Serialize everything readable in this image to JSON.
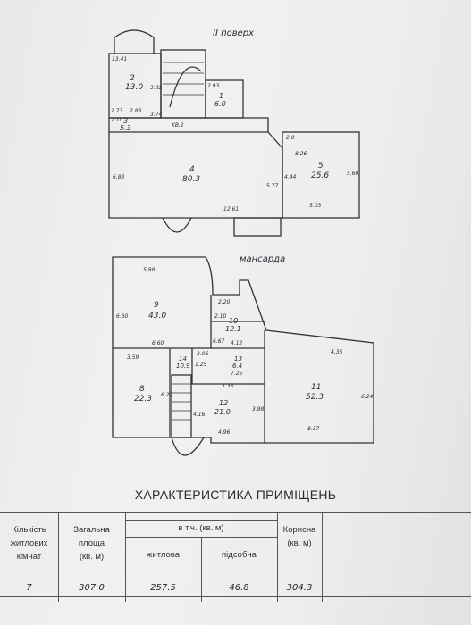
{
  "floor2": {
    "label": "II поверх",
    "rooms": [
      {
        "num": "2",
        "area": "13.0"
      },
      {
        "num": "3",
        "area": "5.3"
      },
      {
        "num": "1",
        "area": "6.0"
      },
      {
        "num": "4",
        "area": "80.3"
      },
      {
        "num": "5",
        "area": "25.6"
      }
    ],
    "dims": [
      "13.41",
      "3.82",
      "2.83",
      "2.73",
      "2.10",
      "3.74",
      "KB.1",
      "2.93",
      "6.88",
      "12.61",
      "5.77",
      "2.0",
      "8.26",
      "4.44",
      "5.60",
      "5.03"
    ]
  },
  "attic": {
    "label": "мансарда",
    "rooms": [
      {
        "num": "9",
        "area": "43.0"
      },
      {
        "num": "10",
        "area": "12.1"
      },
      {
        "num": "11",
        "area": "52.3"
      },
      {
        "num": "8",
        "area": "22.3"
      },
      {
        "num": "14",
        "area": "10.9"
      },
      {
        "num": "13",
        "area": "6.4"
      },
      {
        "num": "12",
        "area": "21.0"
      }
    ],
    "dims": [
      "5.88",
      "2.20",
      "6.60",
      "2.10",
      "6.60",
      "6.67",
      "4.12",
      "4.35",
      "3.59",
      "3.06",
      "1.25",
      "7.25",
      "3.33",
      "6.22",
      "4.16",
      "3.98",
      "6.24",
      "4.96",
      "8.37"
    ]
  },
  "table": {
    "title": "ХАРАКТЕРИСТИКА ПРИМІЩЕНЬ",
    "headers": {
      "rooms_count": [
        "Кількість",
        "житлових",
        "кімнат"
      ],
      "total": [
        "Загальна",
        "площа",
        "(кв. м)"
      ],
      "group": "в т.ч. (кв. м)",
      "living": "житлова",
      "aux": "підсобна",
      "useful": [
        "Корисна",
        "(кв. м)"
      ]
    },
    "values": {
      "rooms_count": "7",
      "total": "307.0",
      "living": "257.5",
      "aux": "46.8",
      "useful": "304.3"
    }
  }
}
